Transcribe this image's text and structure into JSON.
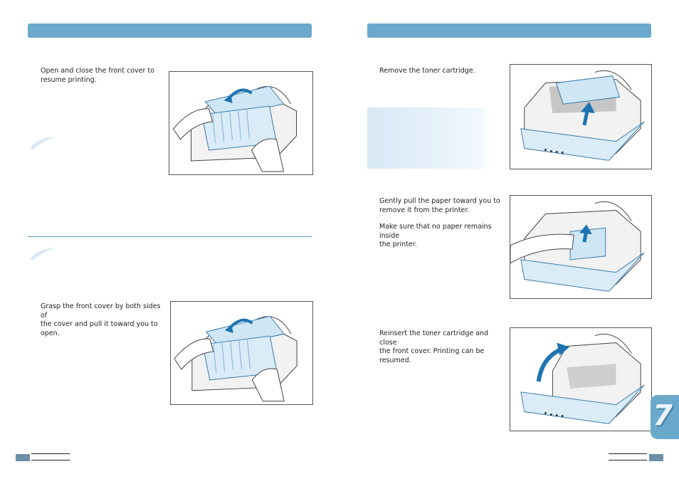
{
  "left_page": {
    "step_open_close": "Open and close the front cover to\nresume printing.",
    "step_grasp": "Grasp the front cover by both sides of\nthe cover and pull it toward you to\nopen."
  },
  "right_page": {
    "step_remove_toner": "Remove the toner cartridge.",
    "step_pull_paper": "Gently pull the paper toward you to\nremove it from the printer.",
    "step_check_paper": "Make sure that no paper remains inside\nthe printer.",
    "step_reinsert": "Reinsert the toner cartridge and close\nthe front cover. Printing can be\nresumed."
  },
  "chapter_tab": {
    "number": "7"
  },
  "colors": {
    "accent": "#6aa8cc",
    "divider": "#4f97c4",
    "footer_block": "#6d8fa6"
  }
}
